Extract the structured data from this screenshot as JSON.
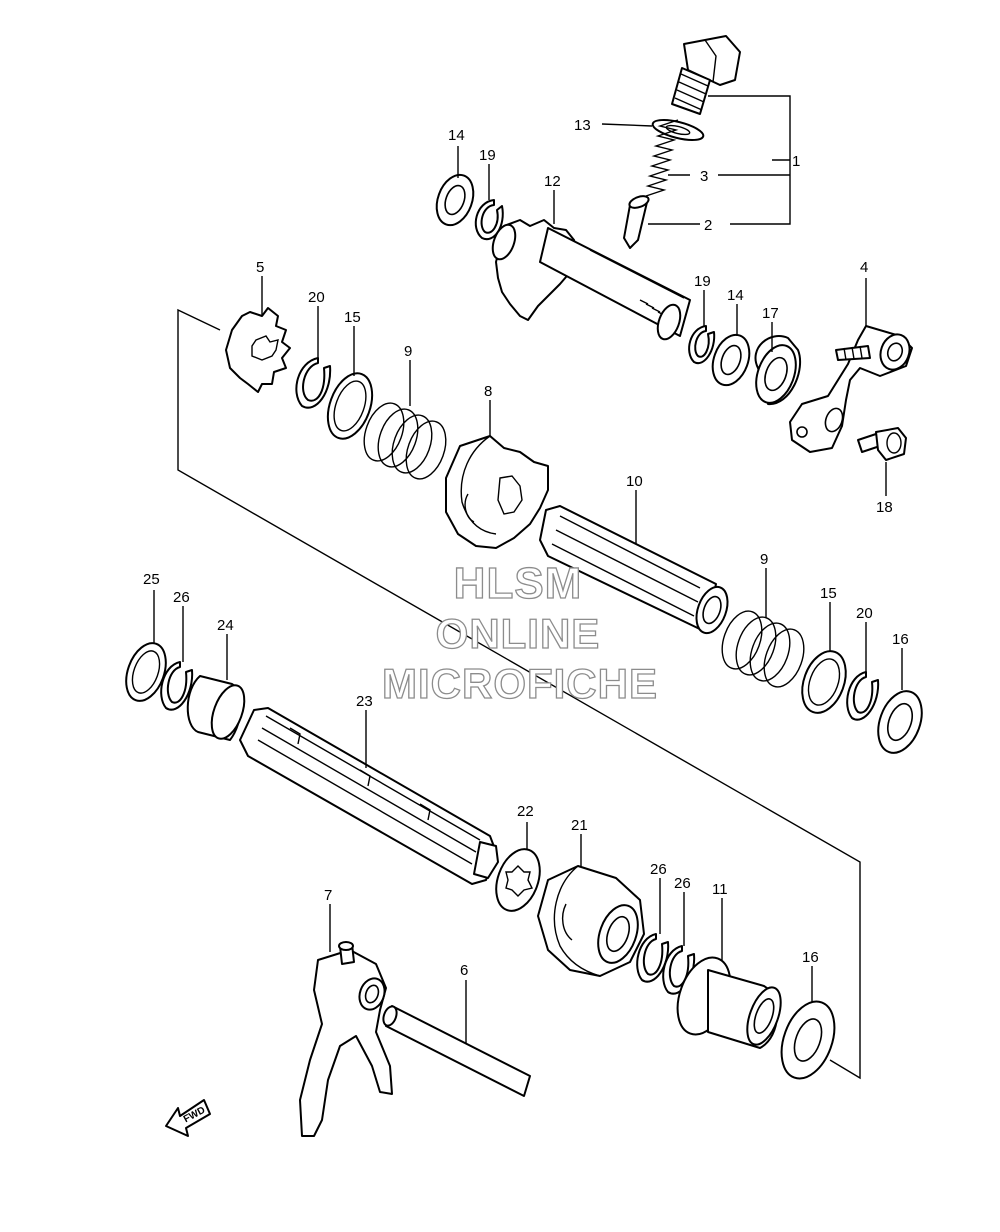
{
  "watermark": {
    "line1": "HLSM",
    "line2": "ONLINE",
    "line3": "MICROFICHE",
    "stroke_color": "#8c8c8c"
  },
  "fwd_label": "FWD",
  "callouts": [
    {
      "id": "c1",
      "text": "1"
    },
    {
      "id": "c2",
      "text": "2"
    },
    {
      "id": "c3",
      "text": "3"
    },
    {
      "id": "c4",
      "text": "4"
    },
    {
      "id": "c5",
      "text": "5"
    },
    {
      "id": "c6",
      "text": "6"
    },
    {
      "id": "c7",
      "text": "7"
    },
    {
      "id": "c8",
      "text": "8"
    },
    {
      "id": "c9a",
      "text": "9"
    },
    {
      "id": "c9b",
      "text": "9"
    },
    {
      "id": "c10",
      "text": "10"
    },
    {
      "id": "c11",
      "text": "11"
    },
    {
      "id": "c12",
      "text": "12"
    },
    {
      "id": "c13",
      "text": "13"
    },
    {
      "id": "c14a",
      "text": "14"
    },
    {
      "id": "c14b",
      "text": "14"
    },
    {
      "id": "c15a",
      "text": "15"
    },
    {
      "id": "c15b",
      "text": "15"
    },
    {
      "id": "c16a",
      "text": "16"
    },
    {
      "id": "c16b",
      "text": "16"
    },
    {
      "id": "c17",
      "text": "17"
    },
    {
      "id": "c18",
      "text": "18"
    },
    {
      "id": "c19a",
      "text": "19"
    },
    {
      "id": "c19b",
      "text": "19"
    },
    {
      "id": "c20a",
      "text": "20"
    },
    {
      "id": "c20b",
      "text": "20"
    },
    {
      "id": "c21",
      "text": "21"
    },
    {
      "id": "c22",
      "text": "22"
    },
    {
      "id": "c23",
      "text": "23"
    },
    {
      "id": "c24",
      "text": "24"
    },
    {
      "id": "c25",
      "text": "25"
    },
    {
      "id": "c26a",
      "text": "26"
    },
    {
      "id": "c26b",
      "text": "26"
    },
    {
      "id": "c26c",
      "text": "26"
    }
  ]
}
